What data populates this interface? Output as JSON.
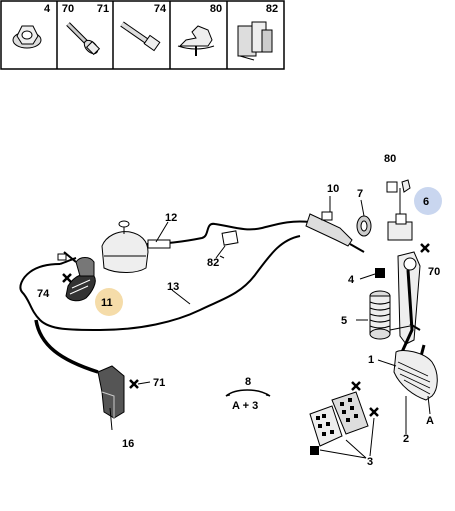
{
  "parts_table": {
    "cells": [
      {
        "number": "4"
      },
      {
        "number": "70"
      },
      {
        "number": "71"
      },
      {
        "number": "74"
      },
      {
        "number": "80"
      },
      {
        "number": "82"
      }
    ]
  },
  "callouts": {
    "p1": "1",
    "p2": "2",
    "p3": "3",
    "p4": "4",
    "p5": "5",
    "p6": "6",
    "p7": "7",
    "p8": "8",
    "p8_sub": "A + 3",
    "p10": "10",
    "p11": "11",
    "p12": "12",
    "p13": "13",
    "p16": "16",
    "p70": "70",
    "p71": "71",
    "p74": "74",
    "p80": "80",
    "p82": "82",
    "pA": "A"
  },
  "colors": {
    "highlight_6": "#c9d6ef",
    "highlight_11": "#f5dca9",
    "line": "#000000"
  }
}
